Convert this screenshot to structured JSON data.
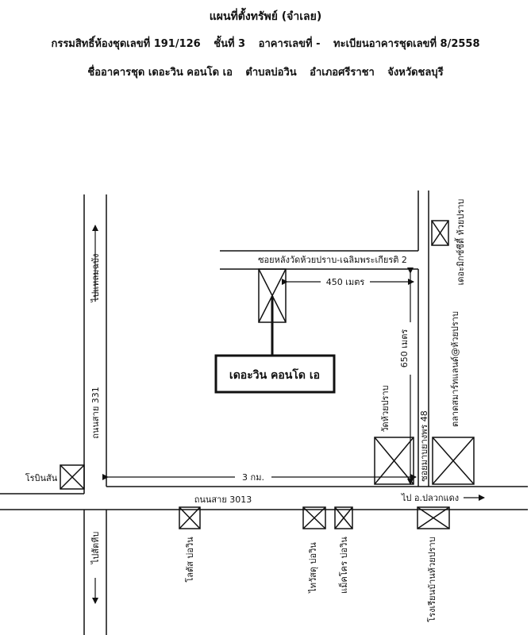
{
  "header": {
    "title": "แผนที่ตั้งทรัพย์ (จำเลย)",
    "ownership": "กรรมสิทธิ์ห้องชุดเลขที่ 191/126",
    "floor": "ชั้นที่ 3",
    "building": "อาคารเลขที่ -",
    "registration": "ทะเบียนอาคารชุดเลขที่ 8/2558",
    "condo_name": "ชื่ออาคารชุด เดอะวิน คอนโด เอ",
    "subdistrict": "ตำบลบ่อวิน",
    "district": "อำเภอศรีราชา",
    "province": "จังหวัดชลบุรี"
  },
  "map": {
    "target_label": "เดอะวิน คอนโด เอ",
    "roads": {
      "road_331": "ถนนสาย 331",
      "road_3013": "ถนนสาย 3013",
      "soi_top": "ซอยหลังวัดห้วยปราบ-เฉลิมพระเกียรติ 2",
      "soi_48": "ซอยมาบยางพร 48"
    },
    "directions": {
      "to_laem_chabang": "ไปแหลมฉบัง",
      "to_sattahip": "ไปสัตหีบ",
      "to_pluak_daeng": "ไป อ.ปลวกแดง"
    },
    "distances": {
      "d_450": "450 เมตร",
      "d_650": "650 เมตร",
      "d_3km": "3 กม."
    },
    "landmarks": {
      "robinson": "โรบินสัน",
      "lotus": "โลตัส บ่อวิน",
      "thaiwatsadu": "ไทวัสดุ บ่อวิน",
      "makro": "แม็คโคร บ่อวิน",
      "school": "โรงเรียนบ้านห้วยปราบ",
      "temple": "วัดห้วยปราบ",
      "market": "ตลาดสมาร์ทแลนด์@ห้วยปราบ",
      "sena": "เดอะมิกซ์ซีตี้ ห้วยปราบ"
    }
  }
}
